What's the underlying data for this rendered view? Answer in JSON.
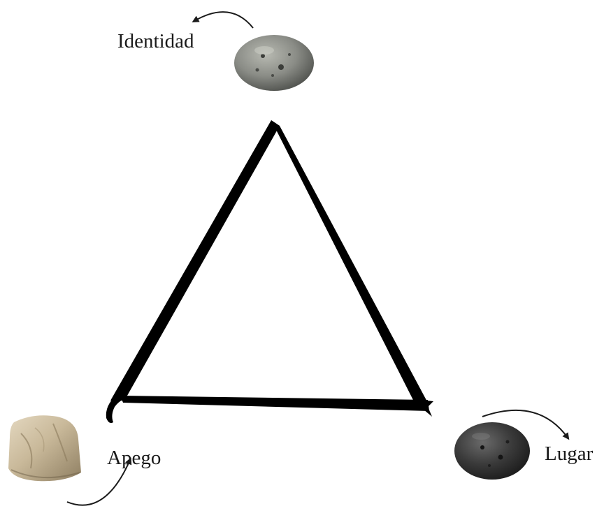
{
  "nodes": {
    "top": {
      "label": "Identidad",
      "stone": "grey-pumice-stone"
    },
    "left": {
      "label": "Apego",
      "stone": "beige-sandstone-block"
    },
    "right": {
      "label": "Lugar",
      "stone": "dark-basalt-stone"
    }
  },
  "connector": "brush-stroke-triangle",
  "arrows": "curved-arrow-icon",
  "colors": {
    "ink": "#000000",
    "text": "#1a1a1a",
    "background": "#ffffff",
    "grey_stone": "#8a8c86",
    "beige_stone": "#c9b99a",
    "dark_stone": "#3a3a3a"
  }
}
